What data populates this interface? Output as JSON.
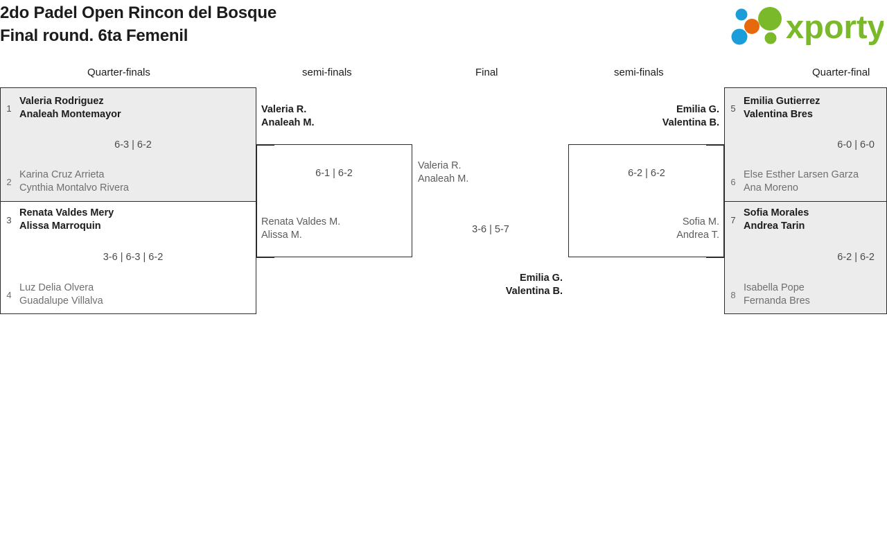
{
  "tournament": {
    "title_line1": "2do Padel Open Rincon del Bosque",
    "title_line2": "Final round. 6ta Femenil"
  },
  "brand": {
    "name": "xporty",
    "colors": {
      "green": "#7ab929",
      "blue": "#1b9dd9",
      "orange": "#e8690b"
    }
  },
  "round_headers": {
    "left_quarter": "Quarter-finals",
    "left_semi": "semi-finals",
    "final": "Final",
    "right_semi": "semi-finals",
    "right_quarter": "Quarter-final"
  },
  "bracket": {
    "left_quarterfinals": [
      {
        "winner": {
          "seed": "1",
          "player1": "Valeria Rodriguez",
          "player2": "Analeah Montemayor"
        },
        "loser": {
          "seed": "2",
          "player1": "Karina Cruz Arrieta",
          "player2": "Cynthia Montalvo Rivera"
        },
        "score": "6-3 | 6-2"
      },
      {
        "winner": {
          "seed": "3",
          "player1": "Renata Valdes Mery",
          "player2": "Alissa Marroquin"
        },
        "loser": {
          "seed": "4",
          "player1": "Luz Delia Olvera",
          "player2": "Guadalupe Villalva"
        },
        "score": "3-6 | 6-3 | 6-2"
      }
    ],
    "right_quarterfinals": [
      {
        "winner": {
          "seed": "5",
          "player1": "Emilia Gutierrez",
          "player2": "Valentina Bres"
        },
        "loser": {
          "seed": "6",
          "player1": "Else Esther Larsen Garza",
          "player2": "Ana Moreno"
        },
        "score": "6-0 | 6-0"
      },
      {
        "winner": {
          "seed": "7",
          "player1": "Sofia Morales",
          "player2": "Andrea Tarin"
        },
        "loser": {
          "seed": "8",
          "player1": "Isabella Pope",
          "player2": "Fernanda Bres"
        },
        "score": "6-2 | 6-2"
      }
    ],
    "left_semifinal": {
      "winner": {
        "player1": "Valeria R.",
        "player2": "Analeah M."
      },
      "loser": {
        "player1": "Renata Valdes M.",
        "player2": "Alissa M."
      },
      "score": "6-1 | 6-2"
    },
    "right_semifinal": {
      "winner": {
        "player1": "Emilia G.",
        "player2": "Valentina B."
      },
      "loser": {
        "player1": "Sofia M.",
        "player2": "Andrea T."
      },
      "score": "6-2 | 6-2"
    },
    "final": {
      "runner_up": {
        "player1": "Valeria R.",
        "player2": "Analeah M."
      },
      "champion": {
        "player1": "Emilia G.",
        "player2": "Valentina B."
      },
      "score": "3-6 | 5-7"
    }
  }
}
